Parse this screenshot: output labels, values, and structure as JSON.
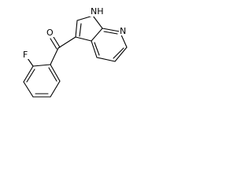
{
  "structure": {
    "atoms": {
      "oxygen": "O",
      "fluorine": "F",
      "pyrrole_nh": "NH",
      "pyridine_n": "N"
    }
  }
}
